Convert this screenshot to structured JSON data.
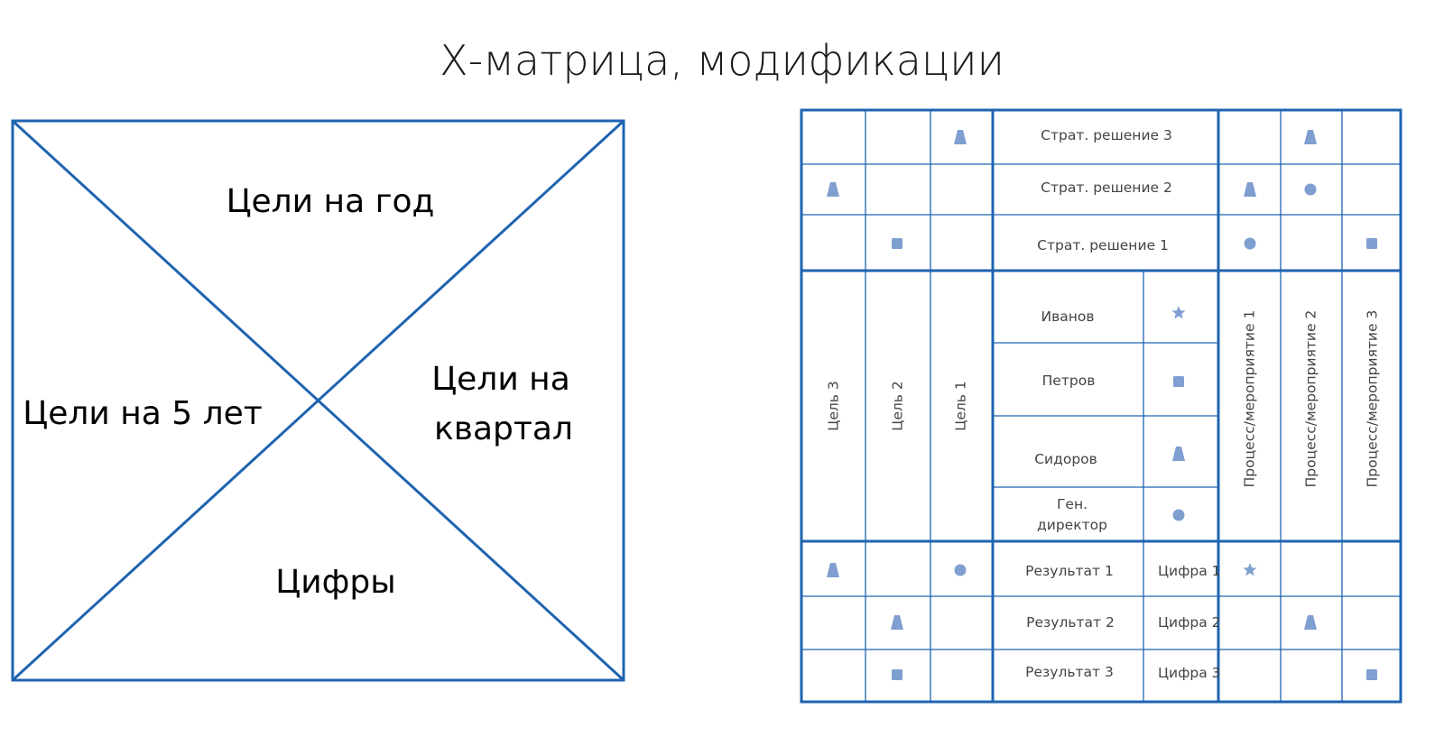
{
  "title": "Х-матрица, модификации",
  "colors": {
    "line": "#1f64b0",
    "marker": "#7f9fd0",
    "text": "#444444"
  },
  "simple_matrix": {
    "top": "Цели на год",
    "left": "Цели на 5 лет",
    "right_line1": "Цели на",
    "right_line2": "квартал",
    "bottom": "Цифры"
  },
  "detailed_matrix": {
    "strategic_solutions": [
      "Страт. решение 3",
      "Страт. решение 2",
      "Страт. решение 1"
    ],
    "goals": [
      "Цель 3",
      "Цель 2",
      "Цель 1"
    ],
    "people": [
      {
        "name": "Иванов",
        "marker": "star-icon"
      },
      {
        "name": "Петров",
        "marker": "square-icon"
      },
      {
        "name": "Сидоров",
        "marker": "triangle-icon"
      },
      {
        "name_line1": "Ген.",
        "name_line2": "директор",
        "marker": "circle-icon"
      }
    ],
    "processes": [
      "Процесс/мероприятие 1",
      "Процесс/мероприятие 2",
      "Процесс/мероприятие 3"
    ],
    "results": [
      {
        "name": "Результат 1",
        "figure": "Цифра 1"
      },
      {
        "name": "Результат 2",
        "figure": "Цифра 2"
      },
      {
        "name": "Результат 3",
        "figure": "Цифра 3"
      }
    ],
    "markers_top_left": [
      [
        "",
        "",
        "triangle-icon"
      ],
      [
        "triangle-icon",
        "",
        ""
      ],
      [
        "",
        "square-icon",
        ""
      ]
    ],
    "markers_top_right": [
      [
        "",
        "triangle-icon",
        ""
      ],
      [
        "triangle-icon",
        "circle-icon",
        ""
      ],
      [
        "circle-icon",
        "",
        "square-icon"
      ]
    ],
    "markers_bottom_left": [
      [
        "triangle-icon",
        "",
        "circle-icon"
      ],
      [
        "",
        "triangle-icon",
        ""
      ],
      [
        "",
        "square-icon",
        ""
      ]
    ],
    "markers_bottom_right": [
      [
        "star-icon",
        "",
        ""
      ],
      [
        "",
        "triangle-icon",
        ""
      ],
      [
        "",
        "",
        "square-icon"
      ]
    ]
  }
}
